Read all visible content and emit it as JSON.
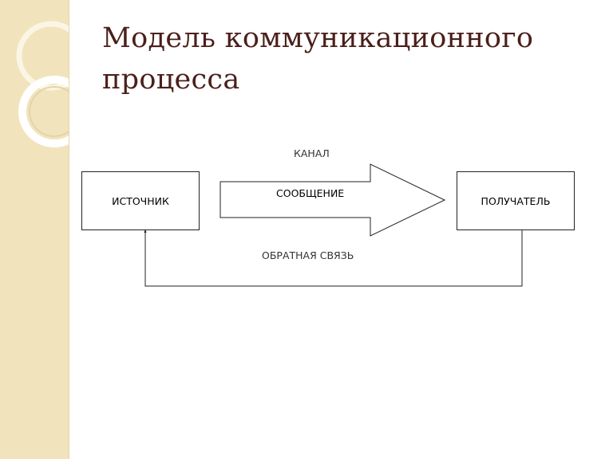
{
  "slide": {
    "title": "Модель коммуникационного процесса"
  },
  "diagram": {
    "source_label": "ИСТОЧНИК",
    "receiver_label": "ПОЛУЧАТЕЛЬ",
    "message_label": "СООБЩЕНИЕ",
    "channel_label": "КАНАЛ",
    "feedback_label": "ОБРАТНАЯ СВЯЗЬ"
  },
  "theme": {
    "band_color": "#f1e4bd",
    "title_color": "#4a1f1a"
  }
}
